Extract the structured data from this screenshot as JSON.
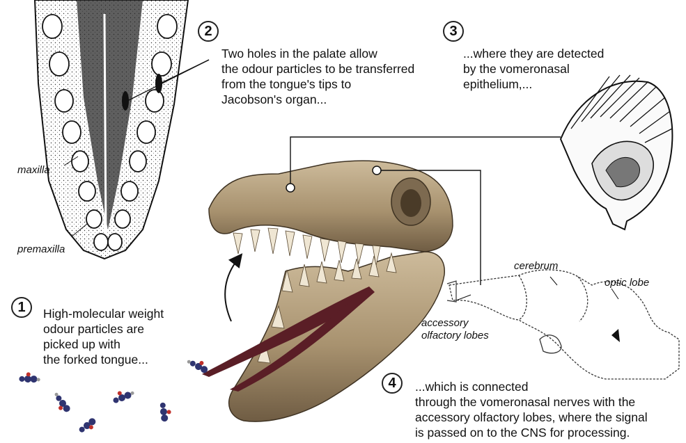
{
  "steps": [
    {
      "number": "1",
      "text": "High-molecular weight\nodour particles are\npicked up with\nthe forked tongue..."
    },
    {
      "number": "2",
      "text": "Two holes in the palate allow\nthe odour particles to be transferred\nfrom the tongue's tips to\nJacobson's organ..."
    },
    {
      "number": "3",
      "text": "...where they are detected\nby the vomeronasal\nepithelium,..."
    },
    {
      "number": "4",
      "text": "...which is connected\nthrough the vomeronasal nerves with the\naccessory olfactory lobes, where the signal\nis passed on to the CNS for processing."
    }
  ],
  "labels": {
    "maxilla": "maxilla",
    "premaxilla": "premaxilla",
    "cerebrum": "cerebrum",
    "optic_lobe": "optic lobe",
    "accessory_olfactory_lobes": "accessory\nolfactory lobes"
  },
  "colors": {
    "ink": "#111111",
    "skull": "#b8a383",
    "skull_shadow": "#6f5c43",
    "tongue": "#5a1e26",
    "molecule": "#2f3470",
    "molecule_accent": "#c0302a"
  }
}
